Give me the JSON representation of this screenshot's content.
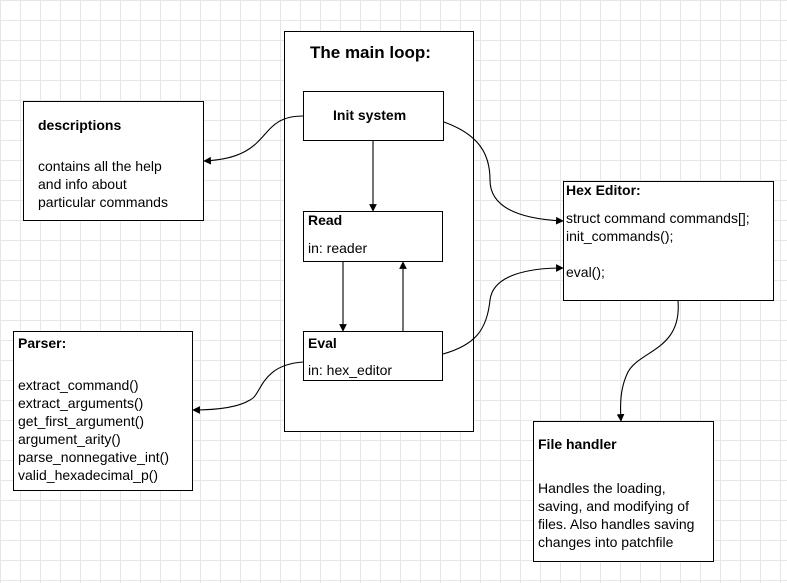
{
  "main_loop": {
    "title": "The main loop:",
    "init": {
      "label": "Init system"
    },
    "read": {
      "title": "Read",
      "detail": "in: reader"
    },
    "eval": {
      "title": "Eval",
      "detail": "in: hex_editor"
    }
  },
  "descriptions": {
    "title": "descriptions",
    "lines": [
      "contains all the help",
      "and info about",
      "particular commands"
    ]
  },
  "hex_editor": {
    "title": "Hex Editor:",
    "lines": [
      "struct command commands[];",
      "init_commands();",
      "",
      "eval();"
    ]
  },
  "parser": {
    "title": "Parser:",
    "lines": [
      "extract_command()",
      "extract_arguments()",
      "get_first_argument()",
      "argument_arity()",
      "parse_nonnegative_int()",
      "valid_hexadecimal_p()"
    ]
  },
  "file_handler": {
    "title": "File handler",
    "lines": [
      "Handles the loading,",
      "saving, and modifying of",
      "files. Also handles saving",
      "changes into patchfile"
    ]
  }
}
